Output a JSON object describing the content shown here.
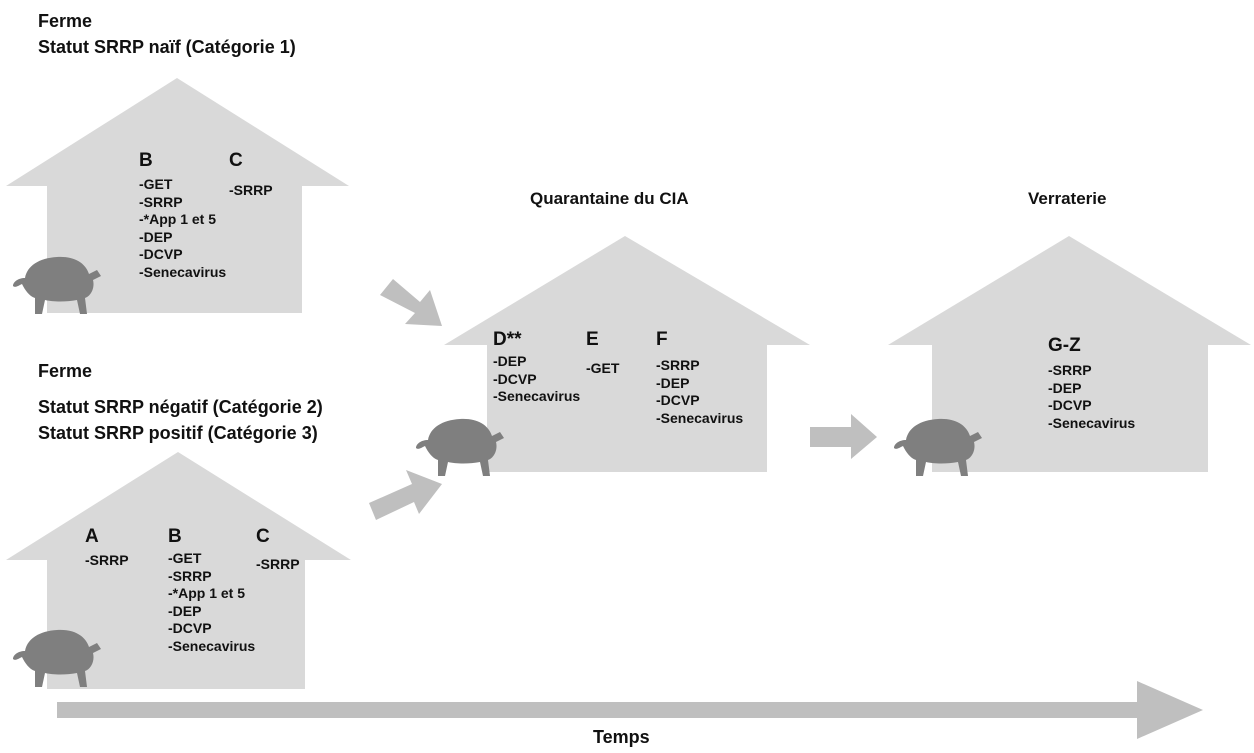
{
  "farm1": {
    "title": "Ferme",
    "status": "Statut SRRP naïf (Catégorie 1)",
    "groups": [
      {
        "letter": "B",
        "items": [
          "-GET",
          "-SRRP",
          "-*App 1 et 5",
          "-DEP",
          "-DCVP",
          "-Senecavirus"
        ]
      },
      {
        "letter": "C",
        "items": [
          "-SRRP"
        ]
      }
    ]
  },
  "farm2": {
    "title": "Ferme",
    "status_negative": "Statut SRRP négatif (Catégorie 2)",
    "status_positive": "Statut SRRP positif (Catégorie 3)",
    "groups": [
      {
        "letter": "A",
        "items": [
          "-SRRP"
        ]
      },
      {
        "letter": "B",
        "items": [
          "-GET",
          "-SRRP",
          "-*App 1 et 5",
          "-DEP",
          "-DCVP",
          "-Senecavirus"
        ]
      },
      {
        "letter": "C",
        "items": [
          "-SRRP"
        ]
      }
    ]
  },
  "quarantine": {
    "title": "Quarantaine du CIA",
    "groups": [
      {
        "letter": "D**",
        "items": [
          "-DEP",
          "-DCVP",
          "-Senecavirus"
        ]
      },
      {
        "letter": "E",
        "items": [
          "-GET"
        ]
      },
      {
        "letter": "F",
        "items": [
          "-SRRP",
          "-DEP",
          "-DCVP",
          "-Senecavirus"
        ]
      }
    ]
  },
  "verraterie": {
    "title": "Verraterie",
    "groups": [
      {
        "letter": "G-Z",
        "items": [
          "-SRRP",
          "-DEP",
          "-DCVP",
          "-Senecavirus"
        ]
      }
    ]
  },
  "timeline": {
    "label": "Temps"
  },
  "colors": {
    "house": "#d9d9d9",
    "arrow": "#bfbfbf",
    "pig": "#7f7f7f",
    "text": "#111111"
  }
}
